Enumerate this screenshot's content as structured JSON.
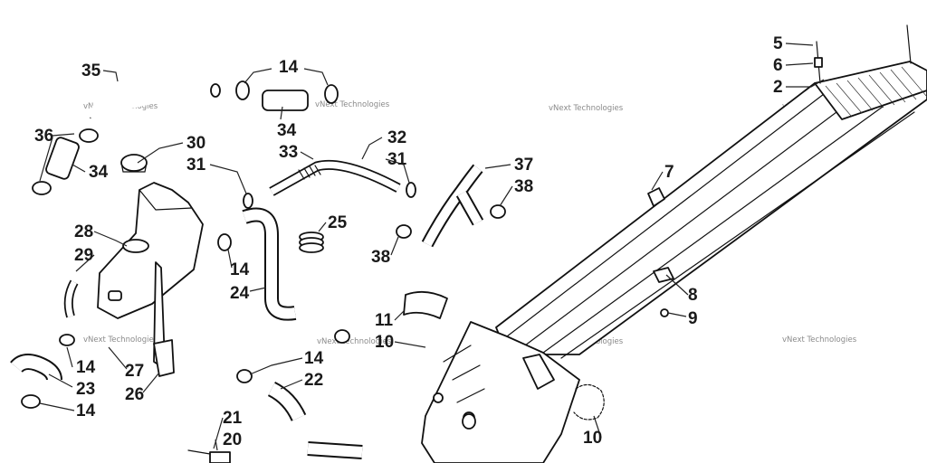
{
  "watermark": "vNext Technologies",
  "callouts": [
    {
      "id": "c35",
      "label": "35"
    },
    {
      "id": "c14a",
      "label": "14"
    },
    {
      "id": "c34a",
      "label": "34"
    },
    {
      "id": "c36",
      "label": "36"
    },
    {
      "id": "c34b",
      "label": "34"
    },
    {
      "id": "c30",
      "label": "30"
    },
    {
      "id": "c31a",
      "label": "31"
    },
    {
      "id": "c33",
      "label": "33"
    },
    {
      "id": "c32",
      "label": "32"
    },
    {
      "id": "c31b",
      "label": "31"
    },
    {
      "id": "c37",
      "label": "37"
    },
    {
      "id": "c38a",
      "label": "38"
    },
    {
      "id": "c38b",
      "label": "38"
    },
    {
      "id": "c25",
      "label": "25"
    },
    {
      "id": "c28",
      "label": "28"
    },
    {
      "id": "c29",
      "label": "29"
    },
    {
      "id": "c14b",
      "label": "14"
    },
    {
      "id": "c24",
      "label": "24"
    },
    {
      "id": "c11",
      "label": "11"
    },
    {
      "id": "c10a",
      "label": "10"
    },
    {
      "id": "c14c",
      "label": "14"
    },
    {
      "id": "c27",
      "label": "27"
    },
    {
      "id": "c26",
      "label": "26"
    },
    {
      "id": "c23",
      "label": "23"
    },
    {
      "id": "c14d",
      "label": "14"
    },
    {
      "id": "c14e",
      "label": "14"
    },
    {
      "id": "c22",
      "label": "22"
    },
    {
      "id": "c21",
      "label": "21"
    },
    {
      "id": "c20",
      "label": "20"
    },
    {
      "id": "c7",
      "label": "7"
    },
    {
      "id": "c8",
      "label": "8"
    },
    {
      "id": "c9",
      "label": "9"
    },
    {
      "id": "c10b",
      "label": "10"
    },
    {
      "id": "c5",
      "label": "5"
    },
    {
      "id": "c6",
      "label": "6"
    },
    {
      "id": "c2",
      "label": "2"
    }
  ]
}
